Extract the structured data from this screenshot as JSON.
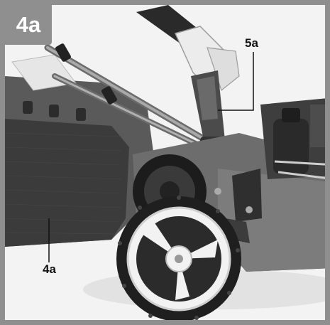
{
  "figure": {
    "tab_label": "4a",
    "callouts": {
      "grass_bag": "4a",
      "lever": "5a"
    }
  },
  "image": {
    "subject": "lawn-mower-photo",
    "colors": {
      "frame": "#8f8f8f",
      "background": "#f3f3f3"
    }
  }
}
